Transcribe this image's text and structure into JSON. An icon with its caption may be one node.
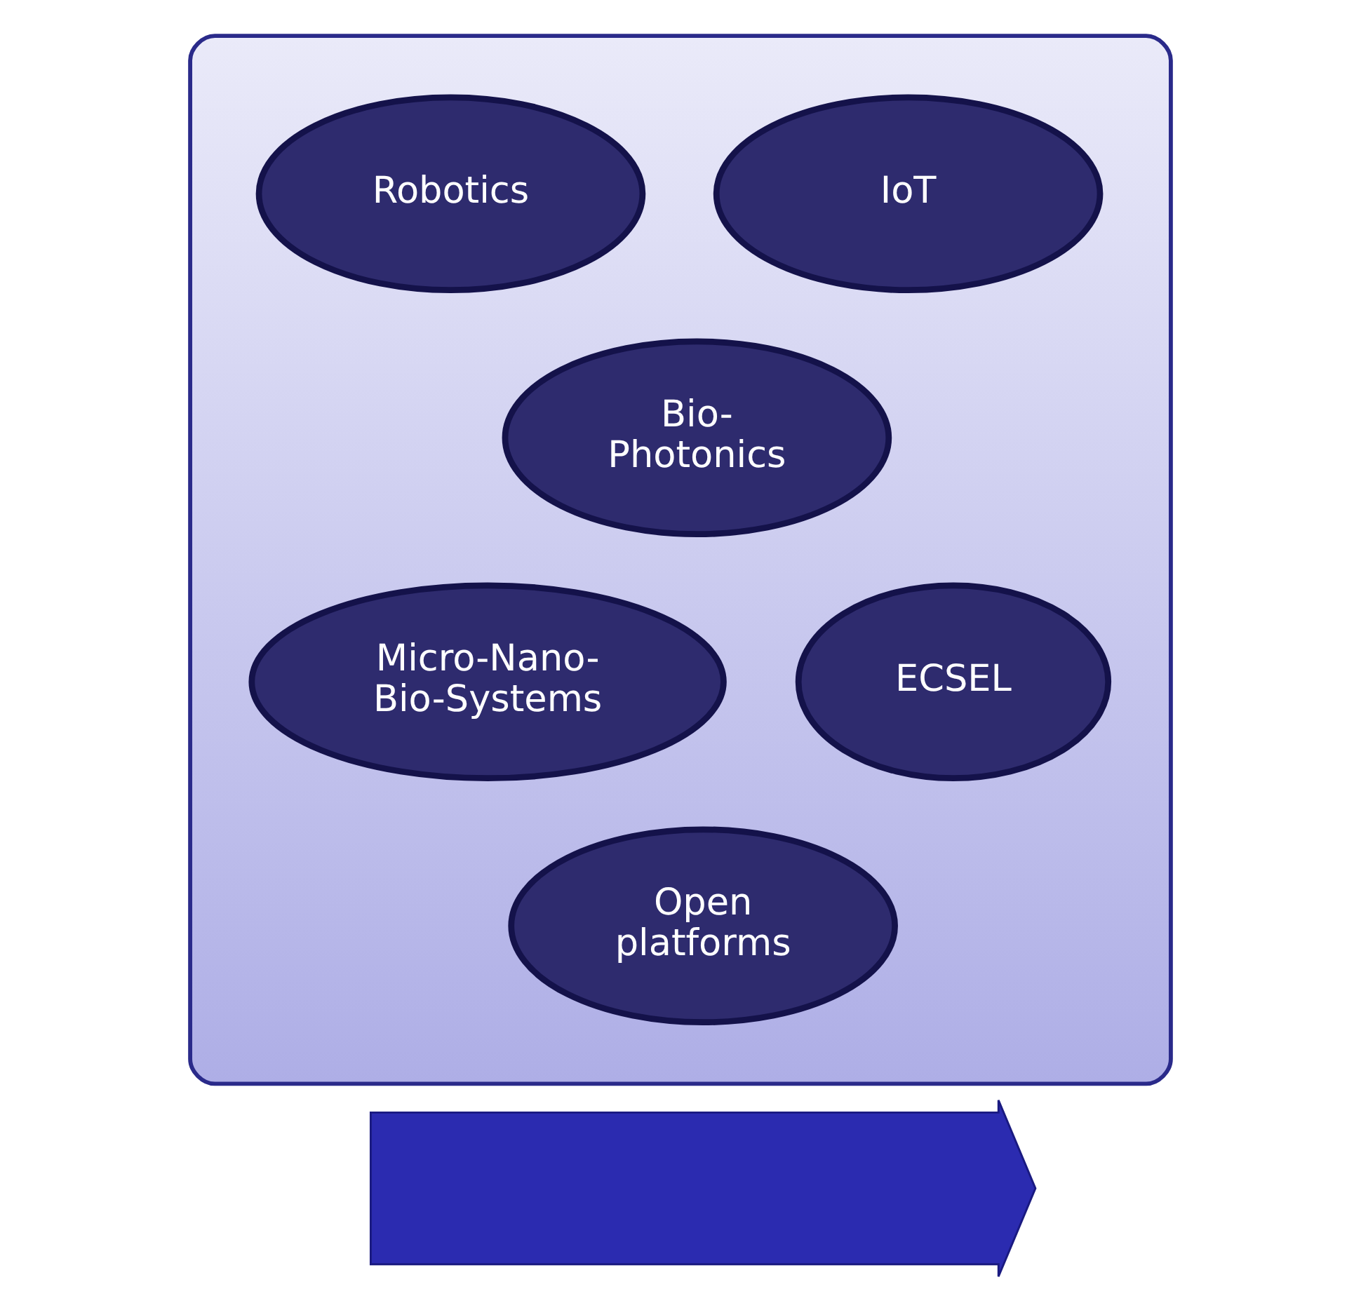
{
  "diagram": {
    "nodes": [
      {
        "text": [],
        "shape": "box"
      },
      {
        "text": [
          "IoT"
        ],
        "in": 0
      },
      {
        "text": [
          "Robotics"
        ],
        "in": 0
      },
      {
        "text": [
          "Bio- Photonics"
        ],
        "in": 0
      },
      {
        "text": [
          "Micro-Nano- Bio-Systems"
        ],
        "in": 0
      },
      {
        "text": [
          "ECSEL"
        ],
        "in": 0
      },
      {
        "text": [
          "Open platforms"
        ],
        "in": 0
      },
      {
        "text": [],
        "shape": "arrow"
      }
    ]
  }
}
